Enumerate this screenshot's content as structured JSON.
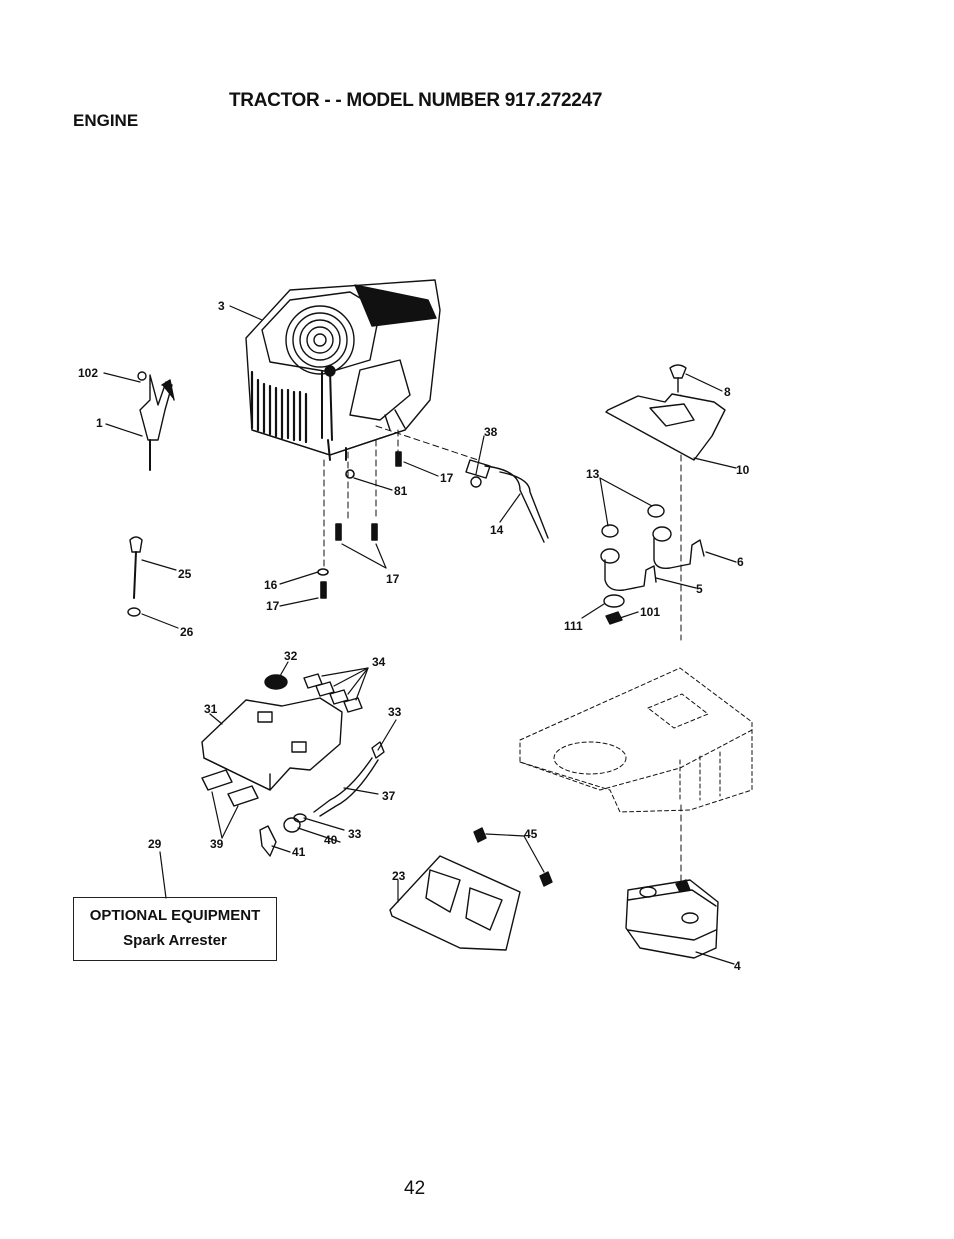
{
  "header": {
    "title": "TRACTOR - - MODEL NUMBER 917.272247",
    "section": "ENGINE"
  },
  "optional_equipment": {
    "heading": "OPTIONAL EQUIPMENT",
    "item": "Spark Arrester"
  },
  "callouts": [
    {
      "id": "3",
      "text": "3"
    },
    {
      "id": "102",
      "text": "102"
    },
    {
      "id": "1",
      "text": "1"
    },
    {
      "id": "8",
      "text": "8"
    },
    {
      "id": "10",
      "text": "10"
    },
    {
      "id": "38",
      "text": "38"
    },
    {
      "id": "17a",
      "text": "17"
    },
    {
      "id": "81",
      "text": "81"
    },
    {
      "id": "14",
      "text": "14"
    },
    {
      "id": "13",
      "text": "13"
    },
    {
      "id": "6",
      "text": "6"
    },
    {
      "id": "5",
      "text": "5"
    },
    {
      "id": "25",
      "text": "25"
    },
    {
      "id": "16",
      "text": "16"
    },
    {
      "id": "17b",
      "text": "17"
    },
    {
      "id": "17c",
      "text": "17"
    },
    {
      "id": "111",
      "text": "111"
    },
    {
      "id": "101",
      "text": "101"
    },
    {
      "id": "26",
      "text": "26"
    },
    {
      "id": "32",
      "text": "32"
    },
    {
      "id": "34",
      "text": "34"
    },
    {
      "id": "31",
      "text": "31"
    },
    {
      "id": "33a",
      "text": "33"
    },
    {
      "id": "37",
      "text": "37"
    },
    {
      "id": "33b",
      "text": "33"
    },
    {
      "id": "45",
      "text": "45"
    },
    {
      "id": "29",
      "text": "29"
    },
    {
      "id": "39",
      "text": "39"
    },
    {
      "id": "40",
      "text": "40"
    },
    {
      "id": "41",
      "text": "41"
    },
    {
      "id": "23",
      "text": "23"
    },
    {
      "id": "4",
      "text": "4"
    }
  ],
  "page_number": "42"
}
